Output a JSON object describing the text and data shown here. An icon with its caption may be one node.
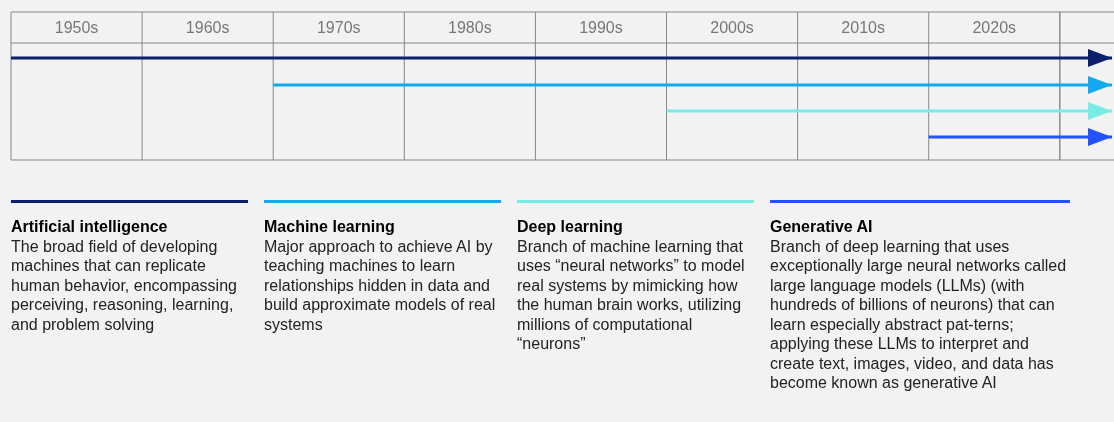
{
  "diagram": {
    "labels": [
      "1950s",
      "1960s",
      "1970s",
      "1980s",
      "1990s",
      "2000s",
      "2010s",
      "2020s"
    ],
    "legend": [
      {
        "text": "**Artificial intelligence** The broad field of developing machines that can replicate human behavior, encompassing perceiving, reasoning, learning, and problem solving",
        "color": "#0b1f6e"
      },
      {
        "text": "**Machine learning** Major approach to achieve AI by teaching machines to learn relationships hidden in data and build approximate models of real systems",
        "color": "#12a9ef"
      },
      {
        "text": "**Deep learning** Branch of machine learning that uses “neural networks” to model real systems by mimicking how the human brain works, utilizing millions of computational “neurons”",
        "color": "#76ece4"
      },
      {
        "text": "**Generative AI** Branch of deep learning that uses exceptionally large neural networks called large language models (LLMs) (with hundreds of billions of neurons) that can learn especially abstract pat-terns; applying these LLMs to interpret and create text, images, video, and data has become known as generative AI",
        "color": "#2251ff"
      }
    ]
  }
}
